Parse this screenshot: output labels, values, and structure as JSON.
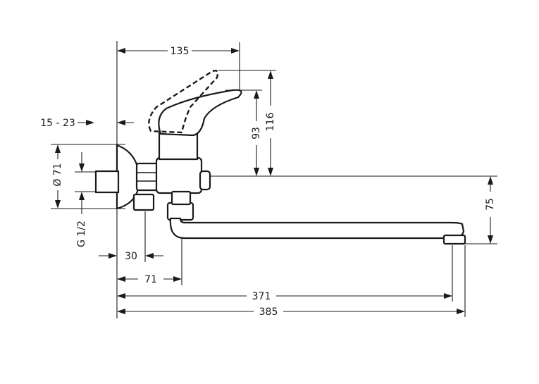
{
  "dimensions": {
    "d135": "135",
    "d15_23": "15 - 23",
    "d116": "116",
    "d93": "93",
    "d71_dia": "Ø 71",
    "d75": "75",
    "g12": "G 1/2",
    "d30": "30",
    "d71": "71",
    "d371": "371",
    "d385": "385"
  },
  "colors": {
    "ink": "#1a1a1a",
    "background": "#ffffff"
  }
}
